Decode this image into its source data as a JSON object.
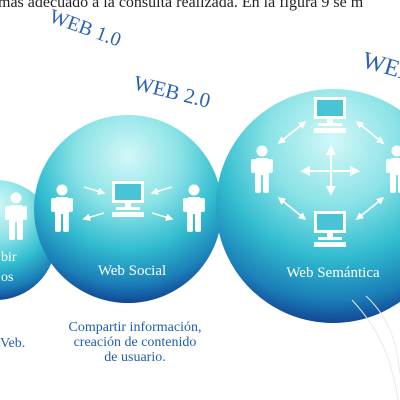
{
  "top_text": "más adecuado a la consulta realizada. En la figura 9 se m",
  "colors": {
    "circle_light": "#cdf6f6",
    "circle_mid": "#3fc7d6",
    "circle_dark": "#0f3d8f",
    "figure": "#ffffff",
    "label_blue": "#2a62b3",
    "caption_blue": "#1f5fa8"
  },
  "web10": {
    "title": "WEB 1.0",
    "label_lines": [
      "bir",
      "os"
    ],
    "caption": "Veb."
  },
  "web20": {
    "title": "WEB 2.0",
    "label": "Web Social",
    "caption_lines": [
      "Compartir información,",
      "creación de contenido",
      "de usuario."
    ]
  },
  "web30": {
    "title": "WEB",
    "label": "Web Semántica"
  },
  "icons": [
    "person-icon",
    "computer-icon",
    "arrow-icon"
  ]
}
